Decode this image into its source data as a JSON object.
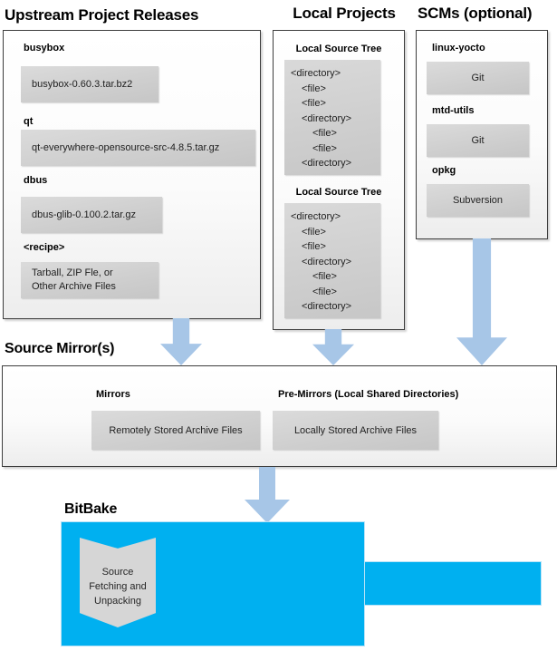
{
  "upstream": {
    "heading": "Upstream Project Releases",
    "items": [
      {
        "label": "busybox",
        "value": "busybox-0.60.3.tar.bz2"
      },
      {
        "label": "qt",
        "value": "qt-everywhere-opensource-src-4.8.5.tar.gz"
      },
      {
        "label": "dbus",
        "value": "dbus-glib-0.100.2.tar.gz"
      },
      {
        "label": "<recipe>",
        "value_lines": [
          "Tarball, ZIP Fle, or",
          "Other Archive Files"
        ]
      }
    ]
  },
  "local": {
    "heading": "Local Projects",
    "tree_label": "Local Source Tree",
    "tree_entries": [
      {
        "text": "<directory>",
        "indent": 0
      },
      {
        "text": "<file>",
        "indent": 1
      },
      {
        "text": "<file>",
        "indent": 1
      },
      {
        "text": "<directory>",
        "indent": 1
      },
      {
        "text": "<file>",
        "indent": 2
      },
      {
        "text": "<file>",
        "indent": 2
      },
      {
        "text": "<directory>",
        "indent": 1
      }
    ]
  },
  "scm": {
    "heading": "SCMs (optional)",
    "items": [
      {
        "label": "linux-yocto",
        "value": "Git"
      },
      {
        "label": "mtd-utils",
        "value": "Git"
      },
      {
        "label": "opkg",
        "value": "Subversion"
      }
    ]
  },
  "mirror": {
    "heading": "Source Mirror(s)",
    "items": [
      {
        "label": "Mirrors",
        "value": "Remotely Stored Archive Files"
      },
      {
        "label": "Pre-Mirrors (Local Shared Directories)",
        "value": "Locally Stored Archive Files"
      }
    ]
  },
  "bitbake": {
    "heading": "BitBake",
    "process_lines": [
      "Source",
      "Fetching and",
      "Unpacking"
    ]
  },
  "colors": {
    "cyan": "#00b0f0",
    "arrow": "#a7c6e7",
    "box_gray": "#cfcfcf"
  }
}
